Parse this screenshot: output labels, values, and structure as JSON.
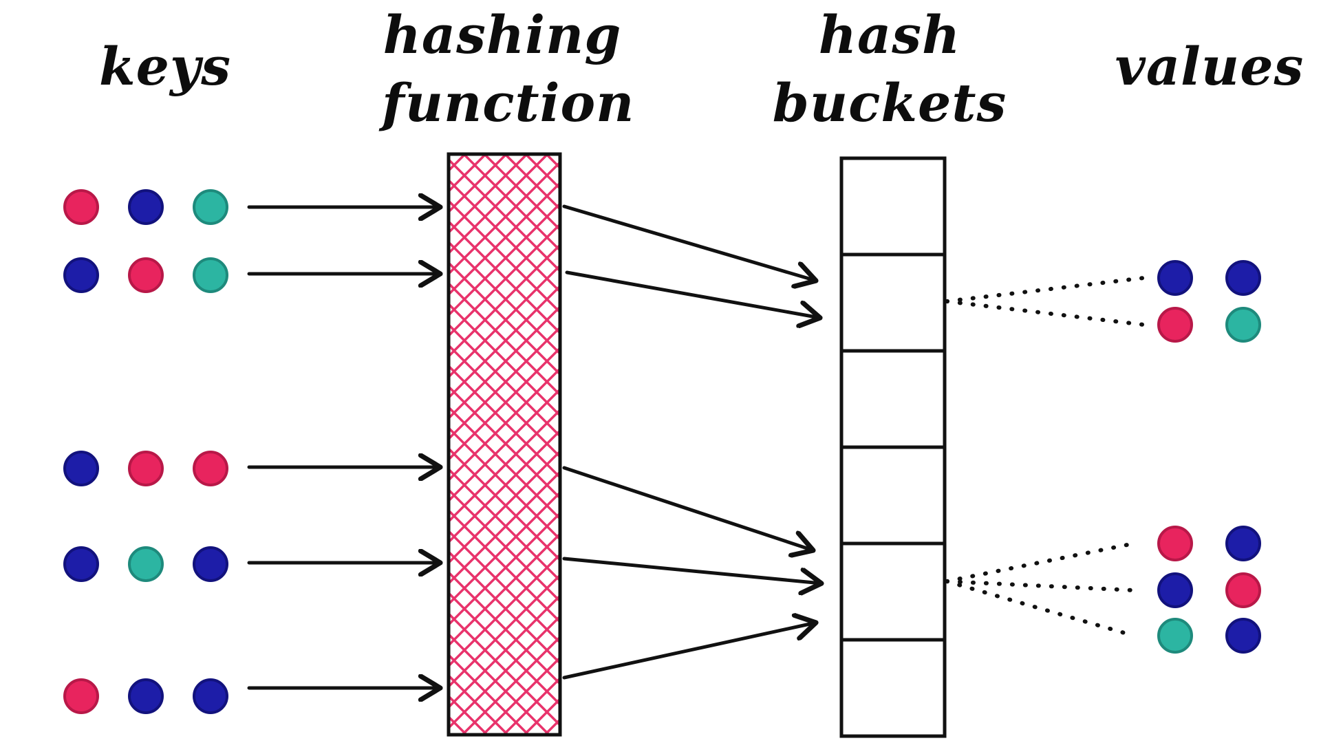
{
  "labels": {
    "keys": "keys",
    "hashing_line1": "hashing",
    "hashing_line2": "function",
    "buckets_line1": "hash",
    "buckets_line2": "buckets",
    "values": "values"
  },
  "palette": {
    "pink": "#E8245E",
    "blue": "#1D1DA8",
    "teal": "#2CB5A2",
    "ink": "#111111",
    "hatch": "#E8336B",
    "background": "#FFFFFF"
  },
  "keys_rows": [
    {
      "dots": [
        "pink",
        "blue",
        "teal"
      ]
    },
    {
      "dots": [
        "blue",
        "pink",
        "teal"
      ]
    },
    {
      "dots": [
        "blue",
        "pink",
        "pink"
      ]
    },
    {
      "dots": [
        "blue",
        "teal",
        "blue"
      ]
    },
    {
      "dots": [
        "pink",
        "blue",
        "blue"
      ]
    }
  ],
  "buckets": {
    "count": 6
  },
  "values_groups": [
    {
      "rows": [
        [
          "blue",
          "blue"
        ],
        [
          "pink",
          "teal"
        ]
      ]
    },
    {
      "rows": [
        [
          "pink",
          "blue"
        ],
        [
          "blue",
          "pink"
        ],
        [
          "teal",
          "blue"
        ]
      ]
    }
  ]
}
